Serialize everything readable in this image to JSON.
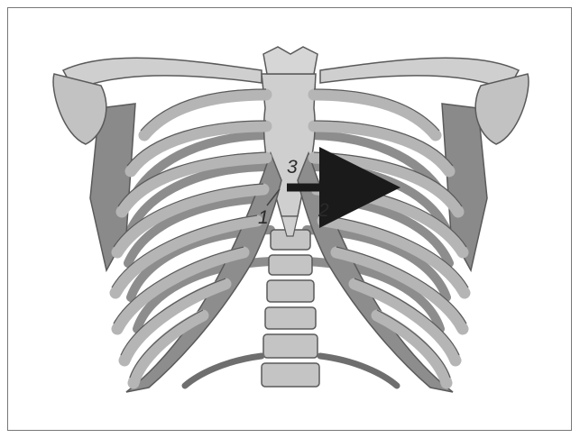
{
  "colors": {
    "bone_light": "#cfcfcf",
    "bone_mid": "#b3b3b3",
    "cartilage": "#8d8d8d",
    "shadow": "#6e6e6e",
    "outline": "#5a5a5a",
    "arrow": "#1a1a1a",
    "frame_border": "#777777"
  },
  "labels": {
    "label_1": "1",
    "label_2": "2",
    "label_3": "3"
  },
  "icons": {
    "arrow": "arrow-right-icon"
  }
}
